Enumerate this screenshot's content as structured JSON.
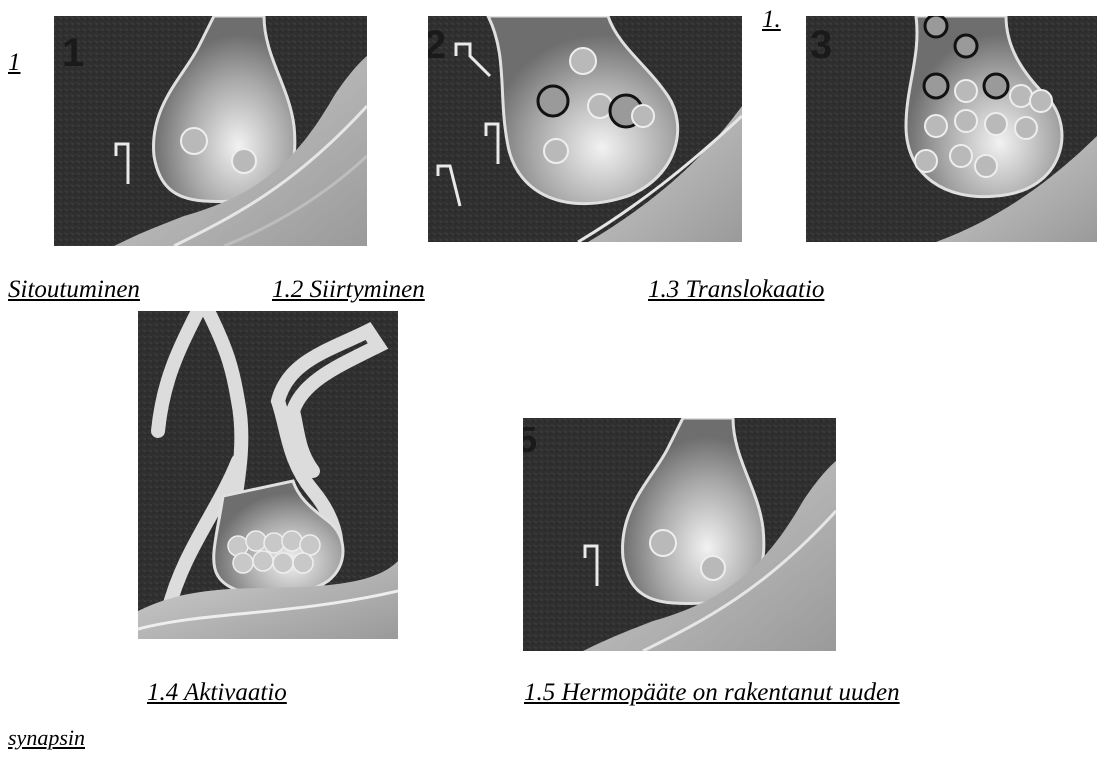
{
  "document": {
    "marker_top_left": "1",
    "marker_top_mid": "1.",
    "captions": {
      "c1": "Sitoutuminen",
      "c2": "1.2 Siirtyminen",
      "c3": "1.3 Translokaatio",
      "c4": "1.4 Aktivaatio",
      "c5": "1.5 Hermopääte on rakentanut uuden",
      "c5_cont": "synapsin"
    },
    "panel_numbers": {
      "p1": "1",
      "p2": "2",
      "p3": "3",
      "p5": "5"
    }
  }
}
